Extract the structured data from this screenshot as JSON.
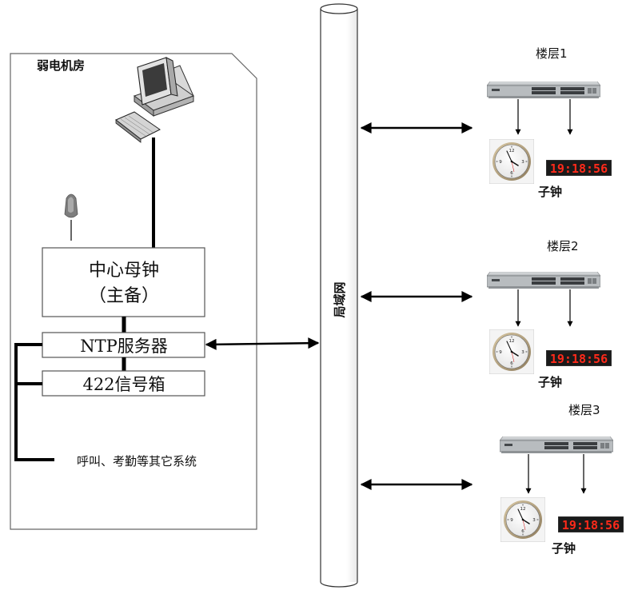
{
  "room": {
    "title": "弱电机房"
  },
  "master_clock": {
    "line1": "中心母钟",
    "line2": "（主备）"
  },
  "ntp_server": {
    "label": "NTP服务器"
  },
  "signal_box": {
    "label": "422信号箱"
  },
  "other_systems": {
    "label": "呼叫、考勤等其它系统"
  },
  "network": {
    "label": "局域网"
  },
  "floors": [
    {
      "label": "楼层1",
      "sub_clock_label": "子钟",
      "digital_time": "19:18:56"
    },
    {
      "label": "楼层2",
      "sub_clock_label": "子钟",
      "digital_time": "19:18:56"
    },
    {
      "label": "楼层3",
      "sub_clock_label": "子钟",
      "digital_time": "19:18:56"
    }
  ],
  "analog_clock": {
    "numerals": [
      "12",
      "3",
      "6",
      "9"
    ]
  },
  "colors": {
    "line": "#000000",
    "digital_digits": "#ff2a1a",
    "digital_bg": "#1a1a1a",
    "switch_body": "#c9ccce"
  }
}
